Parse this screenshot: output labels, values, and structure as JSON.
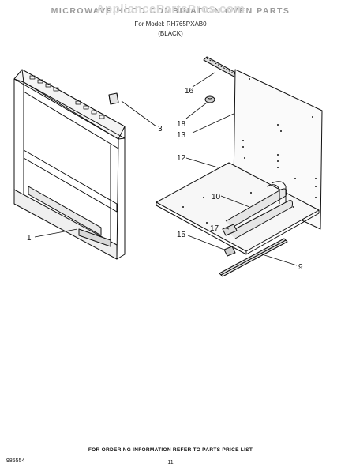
{
  "header": {
    "watermark": "AppliancePartsPros.com",
    "title": "MICROWAVE/HOOD COMBINATION OVEN PARTS",
    "model_line": "For Model: RH765PXAB0",
    "color_line": "(BLACK)"
  },
  "callouts": [
    "16",
    "3",
    "18",
    "13",
    "12",
    "10",
    "1",
    "17",
    "15",
    "9"
  ],
  "footer": {
    "ordering_info": "FOR ORDERING INFORMATION REFER TO PARTS PRICE LIST",
    "page_number": "11",
    "doc_code": "985554"
  }
}
